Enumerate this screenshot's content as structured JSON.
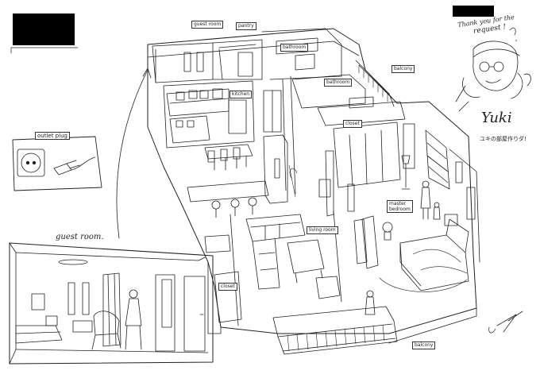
{
  "page": {
    "background": "#ffffff",
    "ink": "#222222",
    "redaction": "#000000"
  },
  "labels": {
    "guest_room": "guest room",
    "pantry": "pantry",
    "bathroom_top": "bathroom",
    "balcony_top": "balcony",
    "kitchen": "kitchen",
    "bathroom_mid": "bathroom",
    "closet_right": "closet",
    "master_bedroom_l1": "master",
    "master_bedroom_l2": "bedroom",
    "living_room": "living room",
    "closet_left": "closet",
    "balcony_bottom": "balcony"
  },
  "callouts": {
    "outlet_plug": "outlet plug",
    "guest_room_inset": "guest room."
  },
  "signature": {
    "thanks_l1": "Thank you for the",
    "thanks_l2": "request !",
    "name": "Yuki",
    "japanese": "ユキの部屋作りダ!"
  }
}
